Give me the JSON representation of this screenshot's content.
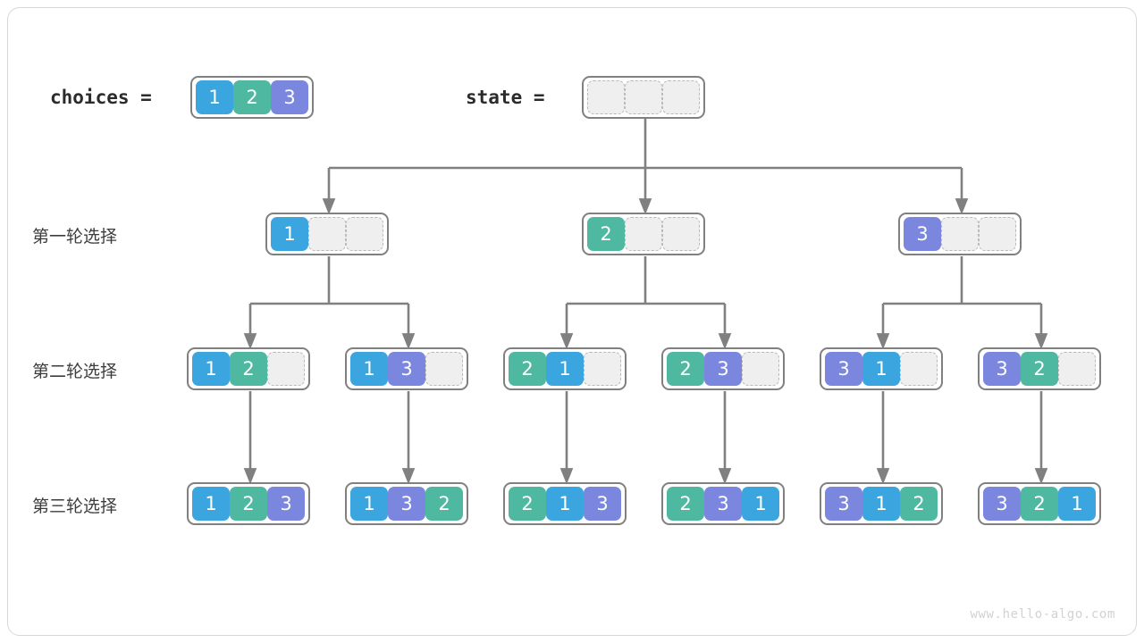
{
  "page": {
    "watermark": "www.hello-algo.com",
    "colors": {
      "blue": "#3BA5E0",
      "teal": "#4FB8A0",
      "purple": "#7B87DE",
      "empty_fill": "#EFEFEF",
      "empty_border": "#B9B9B9",
      "box_border": "#808080",
      "wire": "#808080",
      "frame": "#D8D8D8",
      "text": "#3D3D3D",
      "watermark": "#D2D2D2"
    }
  },
  "header": {
    "choices_label": "choices =",
    "choices_values": [
      "1",
      "2",
      "3"
    ],
    "state_label": "state =",
    "state_values": [
      "",
      "",
      ""
    ]
  },
  "rows": [
    {
      "label": "第一轮选择",
      "nodes": [
        {
          "values": [
            "1",
            "",
            ""
          ]
        },
        {
          "values": [
            "2",
            "",
            ""
          ]
        },
        {
          "values": [
            "3",
            "",
            ""
          ]
        }
      ]
    },
    {
      "label": "第二轮选择",
      "nodes": [
        {
          "values": [
            "1",
            "2",
            ""
          ]
        },
        {
          "values": [
            "1",
            "3",
            ""
          ]
        },
        {
          "values": [
            "2",
            "1",
            ""
          ]
        },
        {
          "values": [
            "2",
            "3",
            ""
          ]
        },
        {
          "values": [
            "3",
            "1",
            ""
          ]
        },
        {
          "values": [
            "3",
            "2",
            ""
          ]
        }
      ]
    },
    {
      "label": "第三轮选择",
      "nodes": [
        {
          "values": [
            "1",
            "2",
            "3"
          ]
        },
        {
          "values": [
            "1",
            "3",
            "2"
          ]
        },
        {
          "values": [
            "2",
            "1",
            "3"
          ]
        },
        {
          "values": [
            "2",
            "3",
            "1"
          ]
        },
        {
          "values": [
            "3",
            "1",
            "2"
          ]
        },
        {
          "values": [
            "3",
            "2",
            "1"
          ]
        }
      ]
    }
  ]
}
